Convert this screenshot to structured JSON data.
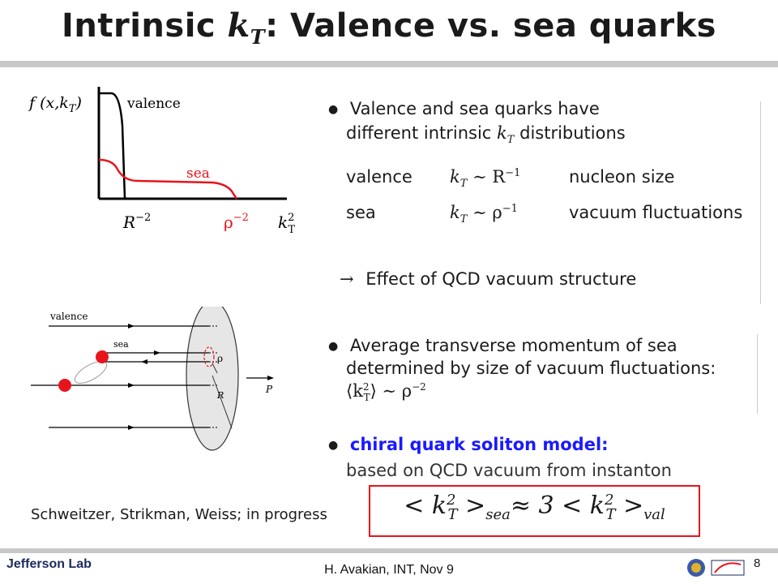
{
  "title": {
    "text": "Intrinsic ",
    "math": "k",
    "math_sub": "T",
    "rest": ": Valence vs. sea quarks"
  },
  "plot": {
    "ylabel": "f (x,k",
    "ylabel_sub": "T",
    "ylabel_close": ")",
    "valence_label": "valence",
    "sea_label": "sea",
    "tick1": "R",
    "tick1_sup": "−2",
    "tick2": "ρ",
    "tick2_sup": "−2",
    "xlabel": "k",
    "xlabel_sup": "2",
    "xlabel_sub": "T",
    "colors": {
      "valence": "#000000",
      "sea": "#e8141c"
    }
  },
  "bullets1": {
    "line1": "Valence and sea quarks have",
    "line2": "different intrinsic ",
    "line2_math": "k",
    "line2_sub": "T",
    "line2_end": " distributions",
    "row1": {
      "name": "valence",
      "rel": "∼ R",
      "exp": "−1",
      "desc": "nucleon size"
    },
    "row2": {
      "name": "sea",
      "rel": "∼ ρ",
      "exp": "−1",
      "desc": "vacuum fluctuations"
    },
    "arrow": "→",
    "effect": "Effect of QCD vacuum structure"
  },
  "diagram": {
    "valence": "valence",
    "sea": "sea",
    "rho": "ρ",
    "R": "R",
    "P": "P"
  },
  "bullets2": {
    "line1": "Average transverse momentum of sea",
    "line2": "determined by size of vacuum fluctuations:",
    "line3": "⟨k",
    "line3_sup": "2",
    "line3_sub": "T",
    "line3_end": "⟩ ∼ ρ",
    "line3_exp": "−2"
  },
  "bullets3": {
    "line1": "chiral quark soliton model:",
    "line2": "based on QCD vacuum from instanton"
  },
  "reference": "Schweitzer, Strikman, Weiss; in progress",
  "formula": {
    "text": "< k",
    "sup": "2",
    "sub": "T",
    "mid": " >",
    "sea": "sea",
    "approx": "≈ 3 < k",
    "end": " >",
    "val": "val"
  },
  "footer": {
    "author": "H. Avakian, INT,  Nov 9",
    "page": "8",
    "logo": "Jefferson Lab"
  }
}
